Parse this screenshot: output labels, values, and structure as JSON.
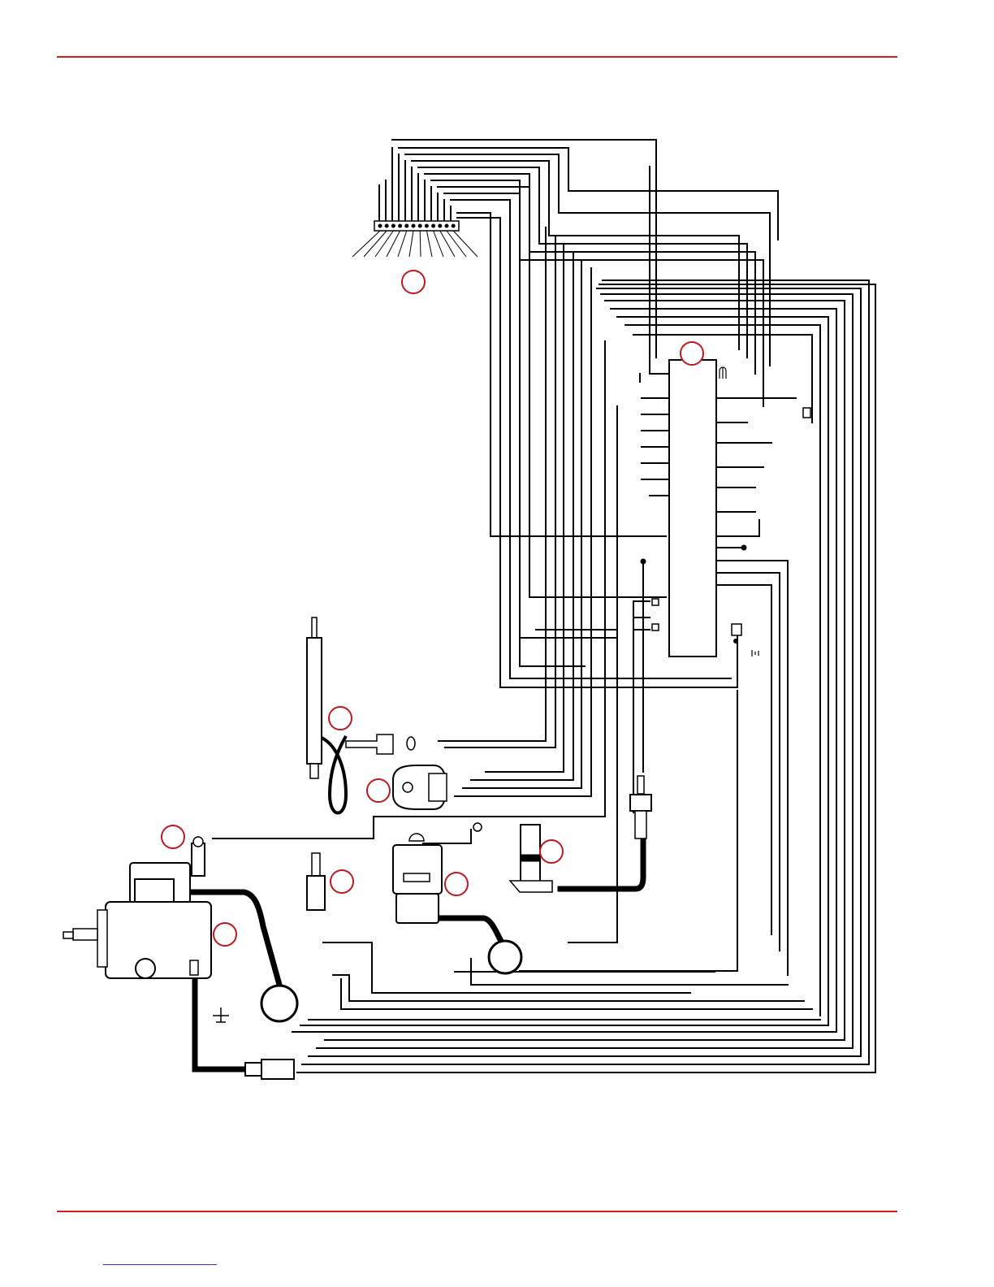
{
  "colors": {
    "rule": "#cc1f1f",
    "callout": "#c0181f",
    "wire": "#000000",
    "footer_link": "#3333cc"
  },
  "diagram": {
    "callouts": [
      {
        "id": "connector",
        "label": ""
      },
      {
        "id": "ecm",
        "label": ""
      },
      {
        "id": "glow-plug",
        "label": ""
      },
      {
        "id": "map-sensor",
        "label": ""
      },
      {
        "id": "pump-sensor",
        "label": ""
      },
      {
        "id": "coolant-sensor",
        "label": ""
      },
      {
        "id": "fuel-shutoff-solenoid",
        "label": ""
      },
      {
        "id": "crank-sensor",
        "label": ""
      },
      {
        "id": "injection-pump",
        "label": ""
      }
    ]
  }
}
